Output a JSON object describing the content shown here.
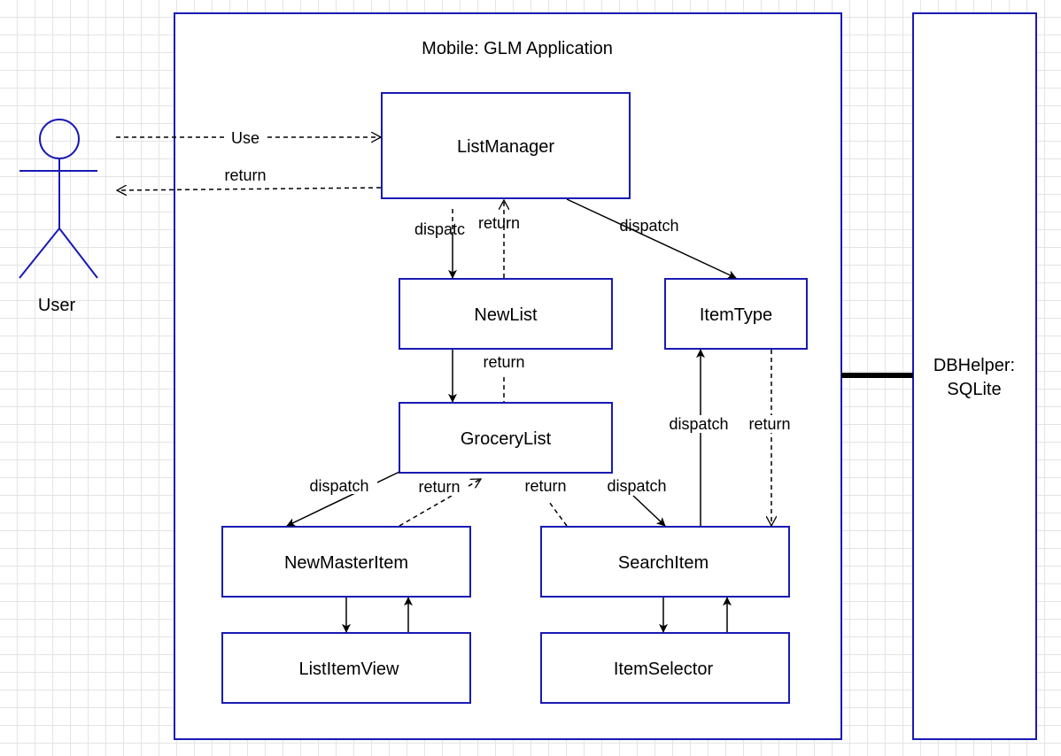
{
  "diagram": {
    "container_title": "Mobile: GLM Application",
    "actor": "User",
    "db_line1": "DBHelper:",
    "db_line2": "SQLite",
    "components": {
      "list_manager": "ListManager",
      "new_list": "NewList",
      "item_type": "ItemType",
      "grocery_list": "GroceryList",
      "new_master_item": "NewMasterItem",
      "search_item": "SearchItem",
      "list_item_view": "ListItemView",
      "item_selector": "ItemSelector"
    },
    "labels": {
      "use": "Use",
      "return_to_user": "return",
      "dispatch_to_newlist": "dispatc",
      "return_newlist_to_manager": "return",
      "dispatch_to_itemtype": "dispatch",
      "return_grocery_to_newlist": "return",
      "dispatch_itemtype_from_search": "dispatch",
      "return_itemtype_to_search": "return",
      "dispatch_to_newmaster": "dispatch",
      "return_newmaster_to_grocery": "return",
      "return_search_to_grocery": "return",
      "dispatch_to_search": "dispatch"
    },
    "colors": {
      "box_stroke": "#1a1ab4",
      "line": "#000000",
      "grid": "#e4e4e4"
    }
  }
}
